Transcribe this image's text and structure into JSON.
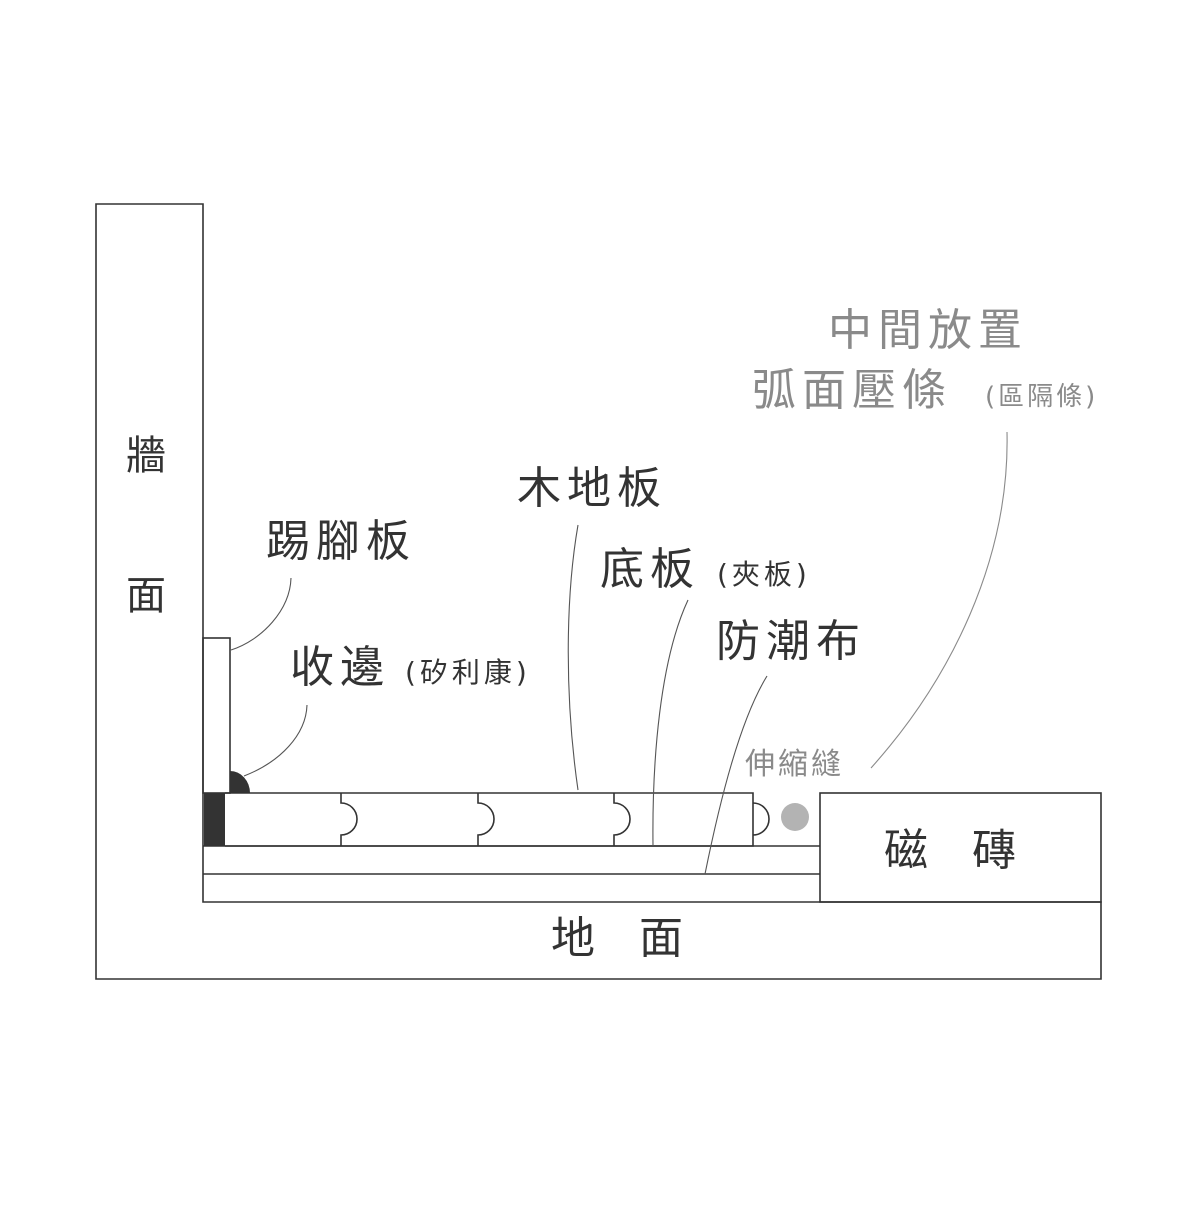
{
  "labels": {
    "wall_1": "牆",
    "wall_2": "面",
    "floor_ground": "地　面",
    "tile": "磁　磚",
    "skirting": "踢腳板",
    "edge_trim": "收邊",
    "edge_trim_note": "(矽利康)",
    "wood_floor": "木地板",
    "base_board": "底板",
    "base_board_note": "(夾板)",
    "moisture_cloth": "防潮布",
    "expansion_gap": "伸縮縫",
    "center_strip_line1": "中間放置",
    "center_strip_line2": "弧面壓條",
    "center_strip_note": "(區隔條)"
  },
  "colors": {
    "line": "#333333",
    "text_dark": "#333333",
    "text_gray": "#8a8a8a",
    "foam_rod": "#b3b3b3",
    "trim_fill": "#333333"
  }
}
